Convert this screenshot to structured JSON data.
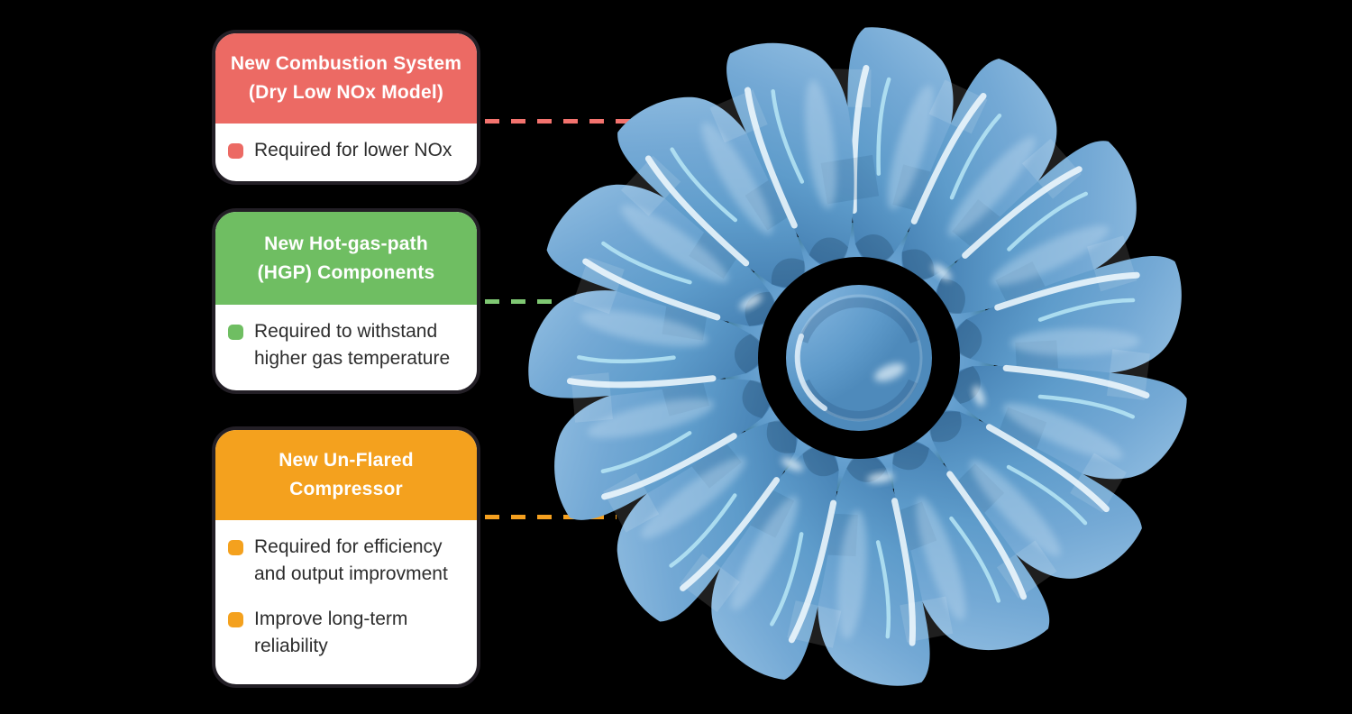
{
  "background_color": "#000000",
  "cards": [
    {
      "name": "combustion-system",
      "accent": "#EC6A64",
      "header_lines": [
        "New Combustion System",
        "(Dry Low NOx Model)"
      ],
      "bullets": [
        {
          "lines": [
            "Required for lower NOx"
          ]
        }
      ]
    },
    {
      "name": "hot-gas-path",
      "accent": "#6FBE62",
      "header_lines": [
        "New Hot-gas-path",
        "(HGP) Components"
      ],
      "bullets": [
        {
          "lines": [
            "Required to withstand",
            "higher gas temperature"
          ]
        }
      ]
    },
    {
      "name": "un-flared-compressor",
      "accent": "#F4A11E",
      "header_lines": [
        "New Un-Flared",
        "Compressor"
      ],
      "bullets": [
        {
          "lines": [
            "Required for efficiency",
            "and output improvment"
          ]
        },
        {
          "lines": [
            "Improve long-term",
            "reliability"
          ]
        }
      ]
    }
  ],
  "connectors": [
    {
      "name": "combustion-leader",
      "color": "#F3736E"
    },
    {
      "name": "hgp-leader",
      "color": "#7FC873"
    },
    {
      "name": "compressor-leader",
      "color": "#F5A01F"
    }
  ],
  "illustration": {
    "name": "turbine-fan",
    "blade_count": 15,
    "primary_color": "#5E9CCB",
    "dark_color": "#3E7CAE",
    "light_color": "#A9CDE8",
    "highlight_color": "#F2FAFE",
    "hub_color": "#7FB2DC"
  }
}
